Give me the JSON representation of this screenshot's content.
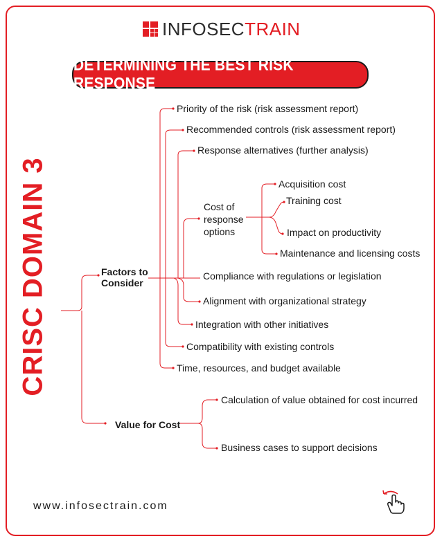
{
  "brand": {
    "name_part1": "INFOSEC",
    "name_part2": "TRAIN",
    "website": "www.infosectrain.com"
  },
  "banner_title": "DETERMINING THE BEST RISK RESPONSE",
  "side_title": "CRISC DOMAIN 3",
  "tree": {
    "factors": {
      "label_line1": "Factors to",
      "label_line2": "Consider",
      "items": [
        "Priority of the risk (risk assessment report)",
        "Recommended controls (risk assessment report)",
        "Response alternatives (further analysis)",
        "Compliance with regulations or legislation",
        "Alignment with organizational strategy",
        "Integration with other initiatives",
        "Compatibility with existing controls",
        "Time, resources, and budget available"
      ],
      "cost_options": {
        "label_line1": "Cost of",
        "label_line2": "response",
        "label_line3": "options",
        "items": [
          "Acquisition cost",
          "Training cost",
          "Impact on productivity",
          "Maintenance and licensing costs"
        ]
      }
    },
    "value": {
      "label": "Value for Cost",
      "items": [
        "Calculation of value obtained for cost incurred",
        "Business cases to support decisions"
      ]
    }
  },
  "colors": {
    "accent": "#e31e24",
    "text": "#1a1a1a",
    "banner_text": "#ffffff"
  },
  "icons": {
    "logo": "infosectrain-logo-icon",
    "hand": "hand-pointer-icon"
  }
}
